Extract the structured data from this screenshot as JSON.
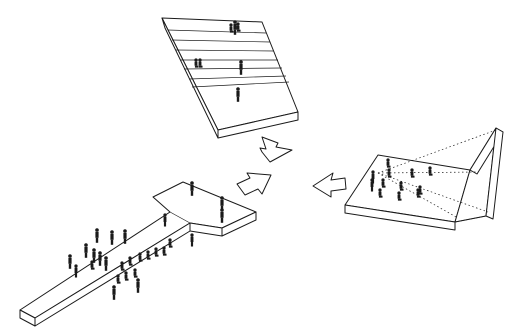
{
  "diagram": {
    "panels": [
      {
        "name": "stepped-seating-platform"
      },
      {
        "name": "t-shaped-runway-platform"
      },
      {
        "name": "projection-room-platform"
      }
    ],
    "arrows": [
      {
        "name": "flow-arrow-down",
        "direction": "down"
      },
      {
        "name": "flow-arrow-up-right",
        "direction": "up-right"
      },
      {
        "name": "flow-arrow-left",
        "direction": "left"
      }
    ],
    "colors": {
      "line": "#1a1a1a",
      "fill": "#ffffff",
      "figure": "#1a1a1a"
    }
  }
}
